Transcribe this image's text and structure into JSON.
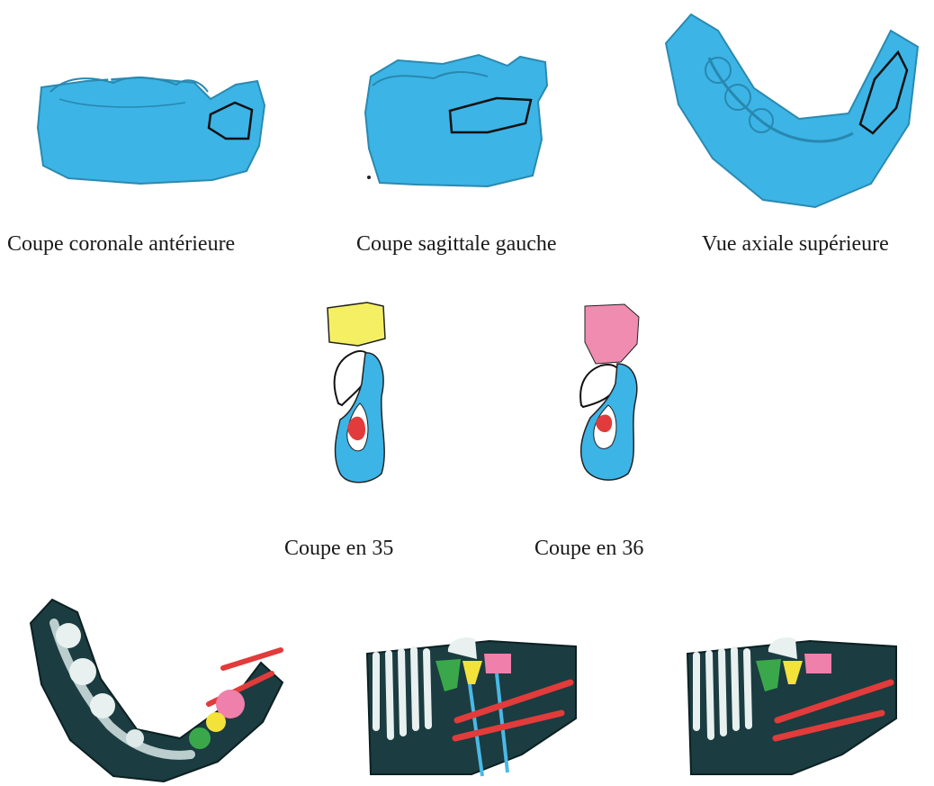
{
  "row1": {
    "captions": [
      "Coupe coronale antérieure",
      "Coupe sagittale gauche",
      "Vue axiale supérieure"
    ]
  },
  "row2": {
    "captions": [
      "Coupe en 35",
      "Coupe en 36"
    ]
  },
  "row3": {
    "captions": []
  },
  "colors": {
    "bone": "#3cb4e6",
    "outline": "#1a1a1a",
    "tooth_yellow": "#f5f063",
    "tooth_pink": "#f08cb0",
    "nerve_red": "#e23b3b",
    "dark_bone": "#1b3c40",
    "implant_green": "#3aa84a",
    "implant_yellow": "#f3e23a",
    "implant_pink": "#ef7fab",
    "implant_blue": "#4ab9e6"
  }
}
